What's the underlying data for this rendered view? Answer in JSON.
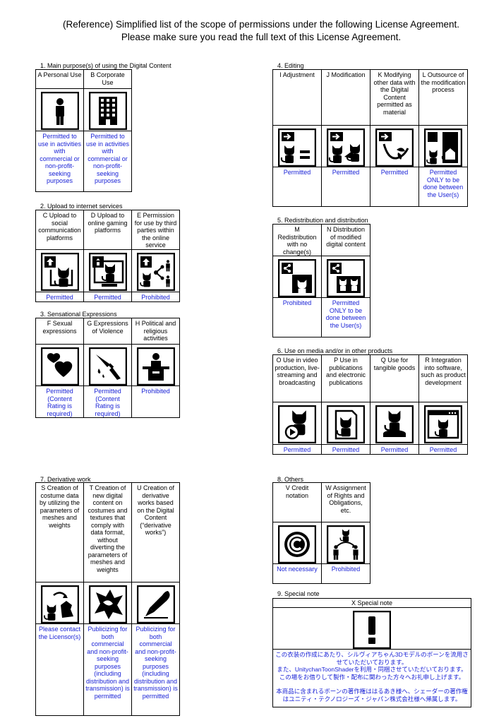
{
  "header": {
    "line1": "(Reference) Simplified list of the scope of permissions under the following License Agreement.",
    "line2": "Please make sure you read the full text of this License Agreement."
  },
  "sections": {
    "s1": {
      "title": "1. Main purpose(s) of using the Digital Content",
      "items": [
        {
          "label": "A Personal Use",
          "icon": "person-icon",
          "result": "Permitted to use in activities with commercial or non-profit-seeking purposes"
        },
        {
          "label": "B  Corporate Use",
          "icon": "building-icon",
          "result": "Permitted to use in activities with commercial or non-profit-seeking purposes"
        }
      ]
    },
    "s2": {
      "title": "2. Upload to internet services",
      "items": [
        {
          "label": "C Upload to social communication platforms",
          "icon": "upload-social-icon",
          "result": "Permitted"
        },
        {
          "label": "D Upload to online gaming platforms",
          "icon": "upload-gaming-icon",
          "result": "Permitted"
        },
        {
          "label": "E Permission for use by third parties within the online service",
          "icon": "third-party-share-icon",
          "result": "Prohibited"
        }
      ]
    },
    "s3": {
      "title": "3. Sensational Expressions",
      "items": [
        {
          "label": "F Sexual expressions",
          "icon": "hearts-icon",
          "result": "Permitted (Content Rating is required)"
        },
        {
          "label": "G Expressions of Violence",
          "icon": "knife-icon",
          "result": "Permitted (Content Rating is required)"
        },
        {
          "label": "H Political and religious activities",
          "icon": "podium-icon",
          "result": "Prohibited"
        }
      ]
    },
    "s4": {
      "title": "4. Editing",
      "items": [
        {
          "label": "I Adjustment",
          "icon": "adjustment-icon",
          "result": "Permitted"
        },
        {
          "label": "J Modification",
          "icon": "modification-icon",
          "result": "Permitted"
        },
        {
          "label": "K Modifying other data with the Digital Content permitted as material",
          "icon": "material-icon",
          "result": "Permitted"
        },
        {
          "label": "L Outsource of the modification process",
          "icon": "outsource-icon",
          "result": "Permitted ONLY to be done between the User(s)"
        }
      ]
    },
    "s5": {
      "title": "5. Redistribution and distribution",
      "items": [
        {
          "label": "M Redistribution with no change(s)",
          "icon": "redistribute-icon",
          "result": "Prohibited"
        },
        {
          "label": "N Distribution of modified digital content",
          "icon": "distribute-modified-icon",
          "result": "Permitted ONLY to be done between the User(s)"
        }
      ]
    },
    "s6": {
      "title": "6. Use on media and/or in other products",
      "items": [
        {
          "label": "O Use in video production, live-streaming and broadcasting",
          "icon": "video-icon",
          "result": "Permitted"
        },
        {
          "label": "P Use in publications and electronic publications",
          "icon": "publication-icon",
          "result": "Permitted"
        },
        {
          "label": "Q Use for tangible goods",
          "icon": "figure-icon",
          "result": "Permitted"
        },
        {
          "label": "R Integration into software, such as product development",
          "icon": "software-icon",
          "result": "Permitted"
        }
      ]
    },
    "s7": {
      "title": "7. Derivative work",
      "items": [
        {
          "label": "S Creation of costume data by utilizing the parameters of meshes and weights",
          "icon": "costume-icon",
          "result": "Please contact the Licensor(s)"
        },
        {
          "label": "T Creation of new digital content on costumes and textures that comply with data format, without diverting the parameters of meshes and weights",
          "icon": "texture-icon",
          "result": "Publicizing for both commercial and non-profit-seeking purposes (including distribution and transmission) is permitted"
        },
        {
          "label": "U Creation of derivative works based on the Digital Content (“derivative works”)",
          "icon": "pen-icon",
          "result": "Publicizing for both commercial and non-profit-seeking purposes (including distribution and transmission) is permitted"
        }
      ]
    },
    "s8": {
      "title": "8. Others",
      "items": [
        {
          "label": "V Credit notation",
          "icon": "copyright-icon",
          "result": "Not necessary"
        },
        {
          "label": "W Assignment of Rights and Obligations, etc.",
          "icon": "assignment-icon",
          "result": "Prohibited"
        }
      ]
    },
    "s9": {
      "title": "9. Special note",
      "items": [
        {
          "label": "X Special note",
          "icon": "exclamation-icon",
          "note1": "この衣装の作成にあたり、シルヴィアちゃん3Dモデルのボーンを流用させていただいております。",
          "note2": "また、UnitychanToonShaderを利用・同梱させていただいております。",
          "note3": "この場をお借りして製作・配布に関わった方々へお礼申し上げます。",
          "note4": "本商品に含まれるボーンの著作権ははるあき様へ、シェーダーの著作権はユニティ・テクノロジーズ・ジャパン株式会社様へ帰属します。"
        }
      ]
    }
  },
  "colors": {
    "permission_text": "#1a23d6",
    "border": "#000000"
  }
}
